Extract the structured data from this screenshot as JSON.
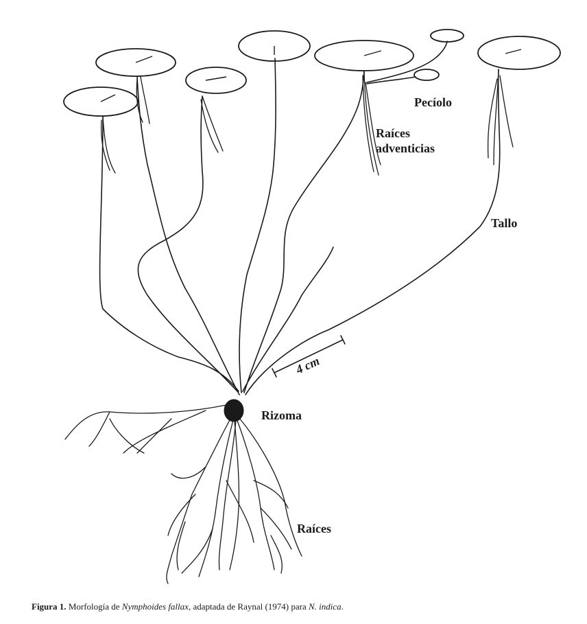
{
  "labels": {
    "peciolo": "Pecíolo",
    "raices_adventicias_1": "Raíces",
    "raices_adventicias_2": "adventicias",
    "tallo": "Tallo",
    "rizoma": "Rizoma",
    "raices": "Raíces"
  },
  "scale_bar": {
    "label": "4 cm"
  },
  "caption": {
    "figure_label": "Figura  1.",
    "text_1": " Morfología de ",
    "species": "Nymphoides fallax",
    "text_2": ", adaptada de Raynal (1974) para ",
    "species_2": "N. indica",
    "text_3": "."
  }
}
